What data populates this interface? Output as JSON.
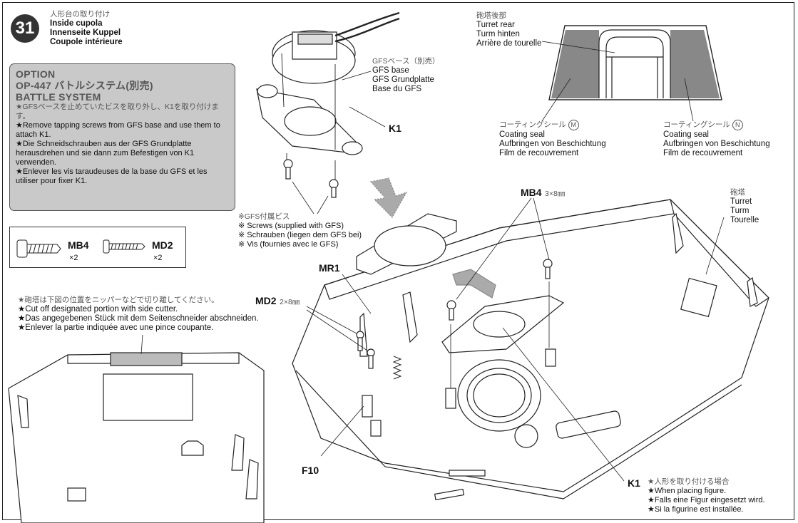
{
  "step": {
    "number": "31",
    "title_jp": "人形台の取り付け",
    "title_en": "Inside cupola",
    "title_de": "Innenseite Kuppel",
    "title_fr": "Coupole intérieure"
  },
  "option": {
    "label": "OPTION",
    "code_line": "OP-447 バトルシステム(別売)",
    "name": "BATTLE SYSTEM",
    "lines": [
      {
        "lang": "jp",
        "text": "★GFSベースを止めていたビスを取り外し、K1を取り付けます。"
      },
      {
        "lang": "en",
        "text": "★Remove tapping screws from GFS base and use them to attach K1."
      },
      {
        "lang": "de",
        "text": "★Die Schneidschrauben aus der GFS Grundplatte herausdrehen und sie dann zum Befestigen von K1 verwenden."
      },
      {
        "lang": "fr",
        "text": "★Enlever les vis taraudeuses de la base du GFS et les utiliser pour fixer K1."
      }
    ]
  },
  "screws": [
    {
      "code": "MB4",
      "qty": "×2"
    },
    {
      "code": "MD2",
      "qty": "×2"
    }
  ],
  "cut_note": {
    "jp": "★砲塔は下図の位置をニッパーなどで切り離してください。",
    "en": "★Cut off designated portion with side cutter.",
    "de": "★Das angegebenen Stück mit dem Seitenschneider abschneiden.",
    "fr": "★Enlever la partie indiquée avec une pince coupante."
  },
  "gfs_base": {
    "jp": "GFSベース（別売）",
    "en": "GFS base",
    "de": "GFS Grundplatte",
    "fr": "Base du GFS"
  },
  "gfs_screws": {
    "jp": "※GFS付属ビス",
    "en": "※ Screws (supplied with GFS)",
    "de": "※ Schrauben (liegen dem GFS bei)",
    "fr": "※ Vis (fournies avec le GFS)"
  },
  "turret_rear": {
    "jp": "砲塔後部",
    "en": "Turret rear",
    "de": "Turm hinten",
    "fr": "Arrière de tourelle"
  },
  "coating_m": {
    "jp": "コーティングシール",
    "mark": "M",
    "en": "Coating seal",
    "de": "Aufbringen von Beschichtung",
    "fr": "Film de recouvrement"
  },
  "coating_n": {
    "jp": "コーティングシール",
    "mark": "N",
    "en": "Coating seal",
    "de": "Aufbringen von Beschichtung",
    "fr": "Film de recouvrement"
  },
  "turret": {
    "jp": "砲塔",
    "en": "Turret",
    "de": "Turm",
    "fr": "Tourelle"
  },
  "part_labels": {
    "k1_top": "K1",
    "k1_bottom": "K1",
    "mb4": "MB4",
    "mb4_size": "3×8㎜",
    "md2": "MD2",
    "md2_size": "2×8㎜",
    "mr1": "MR1",
    "f10": "F10"
  },
  "figure_note": {
    "jp": "★人形を取り付ける場合",
    "en": "★When placing figure.",
    "de": "★Falls eine Figur eingesetzt wird.",
    "fr": "★Si la figurine est installée."
  }
}
